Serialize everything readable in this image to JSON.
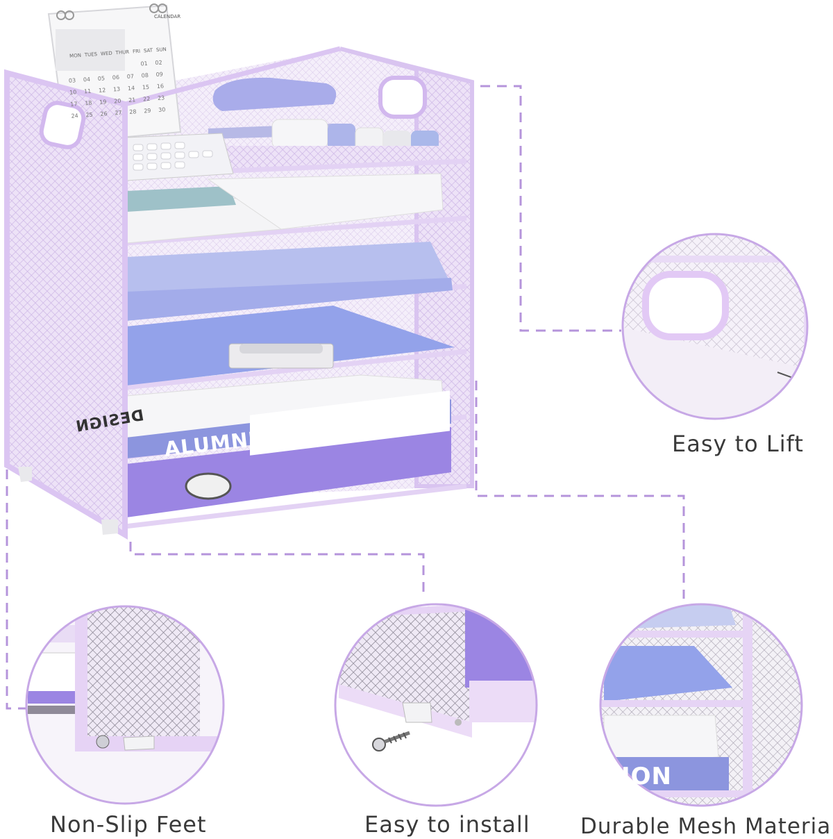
{
  "colors": {
    "lavender": "#e4d4f2",
    "lavender_dark": "#c7a8e6",
    "periwinkle": "#a9b3ea",
    "periwinkle_dark": "#8c95de",
    "violet": "#9b85e3",
    "dashed_line": "#b594db",
    "circle_border": "#c7a8e6",
    "text": "#3a3a3a"
  },
  "product": {
    "binder_label": "ALUMNI ASSOCIATION",
    "book_spine_text": "DESIGN"
  },
  "calendar": {
    "header": "CALENDAR",
    "weekdays": [
      "MON",
      "TUES",
      "WED",
      "THUR",
      "FRI",
      "SAT",
      "SUN"
    ],
    "rows": [
      [
        "",
        "",
        "",
        "",
        "",
        "01",
        "02"
      ],
      [
        "03",
        "04",
        "05",
        "06",
        "07",
        "08",
        "09"
      ],
      [
        "10",
        "11",
        "12",
        "13",
        "14",
        "15",
        "16"
      ],
      [
        "17",
        "18",
        "19",
        "20",
        "21",
        "22",
        "23"
      ],
      [
        "24",
        "25",
        "26",
        "27",
        "28",
        "29",
        "30"
      ]
    ]
  },
  "callouts": {
    "lift": "Easy to Lift",
    "feet": "Non-Slip Feet",
    "install": "Easy to install",
    "mesh": "Durable Mesh Material",
    "mesh_detail_text": "ION"
  }
}
